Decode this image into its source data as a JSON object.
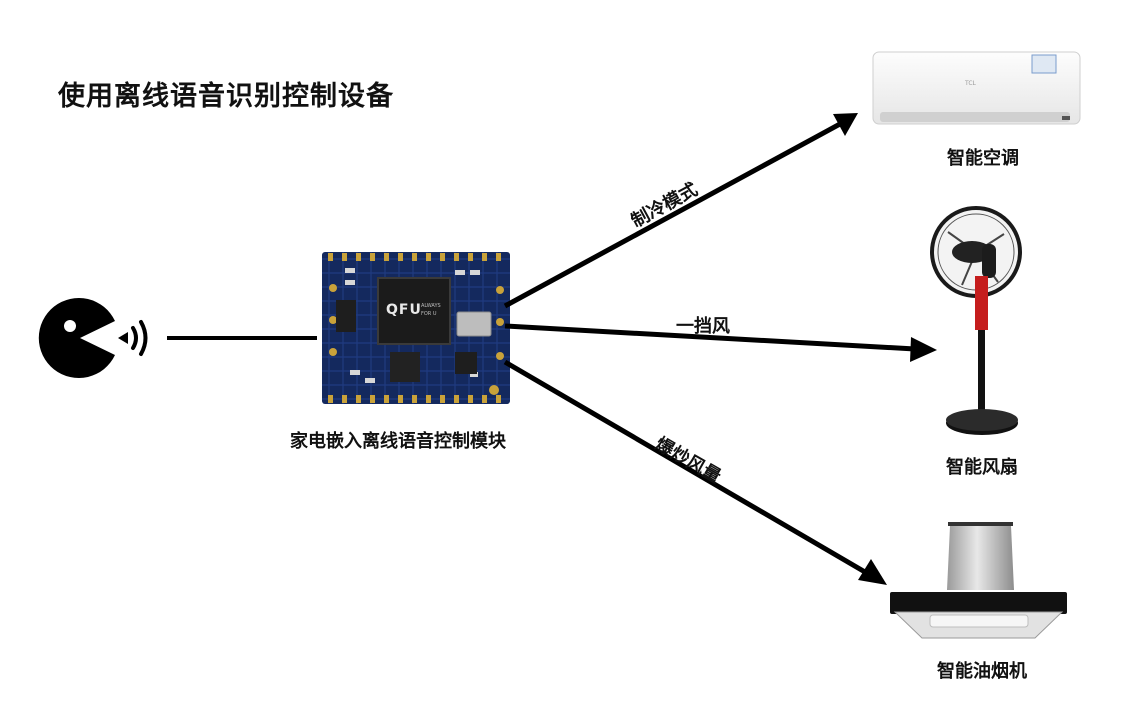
{
  "title": "使用离线语音识别控制设备",
  "module_label": "家电嵌入离线语音控制模块",
  "chip_brand": "QFU",
  "chip_text": [
    "ALWAYS",
    "FOR U"
  ],
  "ac_brand": "TCL",
  "commands": [
    {
      "text": "制冷模式"
    },
    {
      "text": "一挡风"
    },
    {
      "text": "爆炒风量"
    }
  ],
  "devices": [
    {
      "name": "智能空调"
    },
    {
      "name": "智能风扇"
    },
    {
      "name": "智能油烟机"
    }
  ]
}
